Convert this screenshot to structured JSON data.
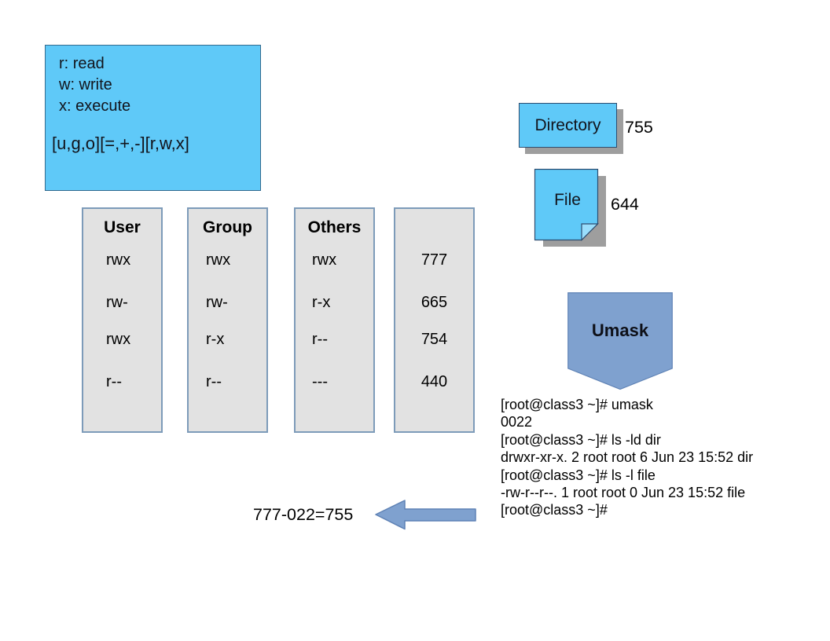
{
  "colors": {
    "cyan_fill": "#5FC9F8",
    "cyan_border": "#336A8E",
    "column_fill": "#E2E2E2",
    "column_border": "#7D9BB9",
    "steel_blue_fill": "#7FA1CF",
    "steel_blue_border": "#5F82B5",
    "shadow_gray": "#9E9E9E"
  },
  "legend": {
    "lines": [
      "r: read",
      "w: write",
      "x: execute"
    ],
    "syntax": "[u,g,o][=,+,-][r,w,x]"
  },
  "permission_table": {
    "columns": [
      {
        "header": "User",
        "rows": [
          "rwx",
          "rw-",
          "rwx",
          "r--"
        ]
      },
      {
        "header": "Group",
        "rows": [
          "rwx",
          "rw-",
          "r-x",
          "r--"
        ]
      },
      {
        "header": "Others",
        "rows": [
          "rwx",
          "r-x",
          "r--",
          "---"
        ]
      },
      {
        "header": "",
        "rows": [
          "777",
          "665",
          "754",
          "440"
        ]
      }
    ]
  },
  "directory_shape": {
    "label": "Directory",
    "value": "755"
  },
  "file_shape": {
    "label": "File",
    "value": "644"
  },
  "umask_shape": {
    "label": "Umask"
  },
  "terminal": {
    "lines": [
      "[root@class3 ~]# umask",
      "0022",
      "[root@class3 ~]# ls -ld dir",
      "drwxr-xr-x. 2 root root 6 Jun 23 15:52 dir",
      "[root@class3 ~]# ls -l file",
      "-rw-r--r--. 1 root root 0 Jun 23 15:52 file",
      "[root@class3 ~]#"
    ]
  },
  "calculation": {
    "formula": "777-022=755"
  }
}
